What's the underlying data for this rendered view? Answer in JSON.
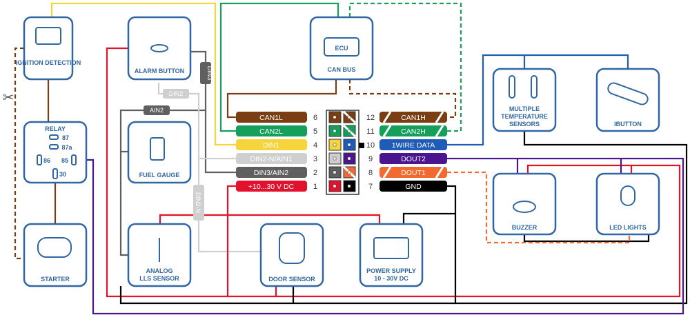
{
  "devices": {
    "ignition": "IGNITION DETECTION",
    "alarm": "ALARM BUTTON",
    "canbus": "CAN BUS",
    "ecu": "ECU",
    "relay": "RELAY",
    "relay_pins": [
      "87",
      "87a",
      "86",
      "85",
      "30"
    ],
    "fuel": "FUEL GAUGE",
    "starter": "STARTER",
    "lls_line1": "ANALOG",
    "lls_line2": "LLS SENSOR",
    "door": "DOOR SENSOR",
    "power_line1": "POWER SUPPLY",
    "power_line2": "10 - 30V DC",
    "temp_line1": "MULTIPLE",
    "temp_line2": "TEMPERATURE",
    "temp_line3": "SENSORS",
    "ibutton": "IBUTTON",
    "buzzer": "BUZZER",
    "led": "LED LIGHTS"
  },
  "wire_tags": {
    "din3": "DIN3",
    "din2": "DIN2",
    "ain2": "AIN2",
    "din2n": "DIN2-N"
  },
  "pins_left": [
    {
      "num": "6",
      "label": "CAN1L",
      "color": "#7a3e12"
    },
    {
      "num": "5",
      "label": "CAN2L",
      "color": "#14a05a"
    },
    {
      "num": "4",
      "label": "DIN1",
      "color": "#f5d53b"
    },
    {
      "num": "3",
      "label": "DIN2-N/AIN1",
      "color": "#cfcfcf"
    },
    {
      "num": "2",
      "label": "DIN3/AIN2",
      "color": "#5f5f5f"
    },
    {
      "num": "1",
      "label": "+10...30 V DC",
      "color": "#e3122c"
    }
  ],
  "pins_right": [
    {
      "num": "12",
      "label": "CAN1H",
      "color": "#7a3e12",
      "striped": true
    },
    {
      "num": "11",
      "label": "CAN2H",
      "color": "#14a05a",
      "striped": true
    },
    {
      "num": "10",
      "label": "1WIRE DATA",
      "color": "#1f5bb8"
    },
    {
      "num": "9",
      "label": "DOUT2",
      "color": "#4b1590"
    },
    {
      "num": "8",
      "label": "DOUT1",
      "color": "#f26a30",
      "striped": true
    },
    {
      "num": "7",
      "label": "GND",
      "color": "#000000"
    }
  ],
  "colors": {
    "box": "#2f66a3",
    "red": "#e3122c",
    "black": "#000000",
    "purple": "#4b1590",
    "blue": "#1f5bb8",
    "orange": "#f26a30",
    "brown": "#7a3e12",
    "green": "#14a05a",
    "yellow": "#f5d53b",
    "gray": "#5f5f5f",
    "lightgray": "#cfcfcf"
  }
}
